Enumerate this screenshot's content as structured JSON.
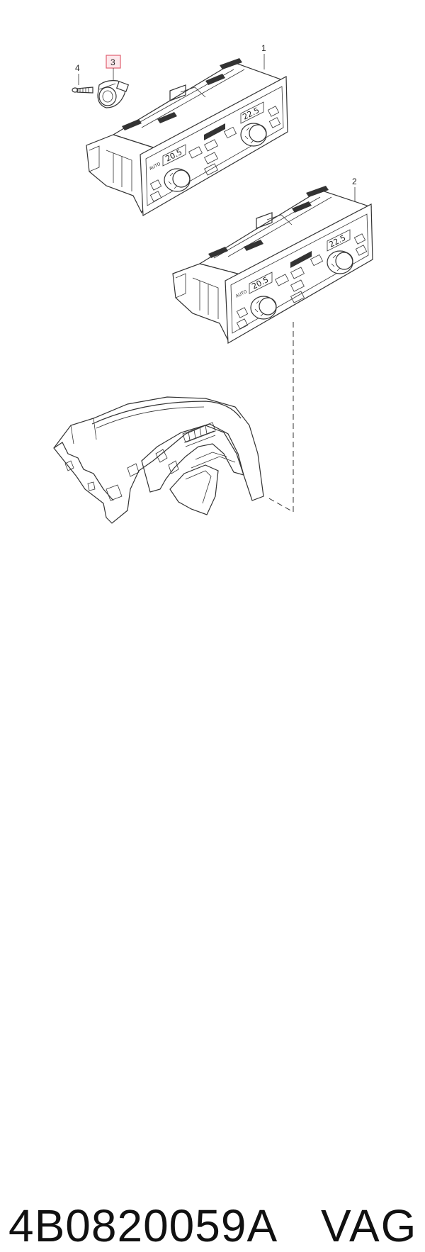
{
  "callouts": {
    "unit_1": "1",
    "unit_2": "2",
    "sensor_3": "3",
    "screw_4": "4"
  },
  "unit_1": {
    "left_temp": "20.5",
    "right_temp": "22.5",
    "auto_label": "AUTO"
  },
  "unit_2": {
    "left_temp": "20.5",
    "right_temp": "22.5",
    "auto_label": "AUTO"
  },
  "caption": {
    "part_number": "4B0820059A",
    "brand": "VAG"
  },
  "colors": {
    "line": "#333333",
    "callout_highlight_border": "#e06070",
    "callout_highlight_fill": "#fde8ec"
  }
}
